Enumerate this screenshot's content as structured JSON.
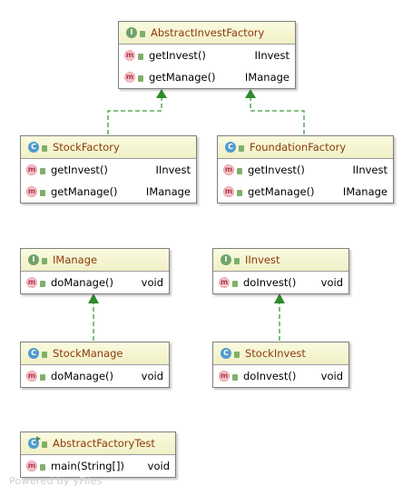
{
  "boxes": {
    "abstract_invest_factory": {
      "kind": "I",
      "title": "AbstractInvestFactory",
      "methods": [
        {
          "name": "getInvest()",
          "type": "IInvest"
        },
        {
          "name": "getManage()",
          "type": "IManage"
        }
      ]
    },
    "stock_factory": {
      "kind": "C",
      "title": "StockFactory",
      "methods": [
        {
          "name": "getInvest()",
          "type": "IInvest"
        },
        {
          "name": "getManage()",
          "type": "IManage"
        }
      ]
    },
    "foundation_factory": {
      "kind": "C",
      "title": "FoundationFactory",
      "methods": [
        {
          "name": "getInvest()",
          "type": "IInvest"
        },
        {
          "name": "getManage()",
          "type": "IManage"
        }
      ]
    },
    "imanage": {
      "kind": "I",
      "title": "IManage",
      "methods": [
        {
          "name": "doManage()",
          "type": "void"
        }
      ]
    },
    "iinvest": {
      "kind": "I",
      "title": "IInvest",
      "methods": [
        {
          "name": "doInvest()",
          "type": "void"
        }
      ]
    },
    "stock_manage": {
      "kind": "C",
      "title": "StockManage",
      "methods": [
        {
          "name": "doManage()",
          "type": "void"
        }
      ]
    },
    "stock_invest": {
      "kind": "C",
      "title": "StockInvest",
      "methods": [
        {
          "name": "doInvest()",
          "type": "void"
        }
      ]
    },
    "abstract_factory_test": {
      "kind": "C",
      "title": "AbstractFactoryTest",
      "methods": [
        {
          "name": "main(String[])",
          "type": "void"
        }
      ]
    }
  },
  "method_icon_letter": "m",
  "watermark": "Powered by yFiles",
  "colors": {
    "title_text": "#8c3b0b",
    "header_bg": "#f3f3cf",
    "interface_icon": "#6fa36a",
    "class_icon": "#4f9ccd",
    "method_icon": "#f3c2c6",
    "connector": "#3c9a3c"
  }
}
